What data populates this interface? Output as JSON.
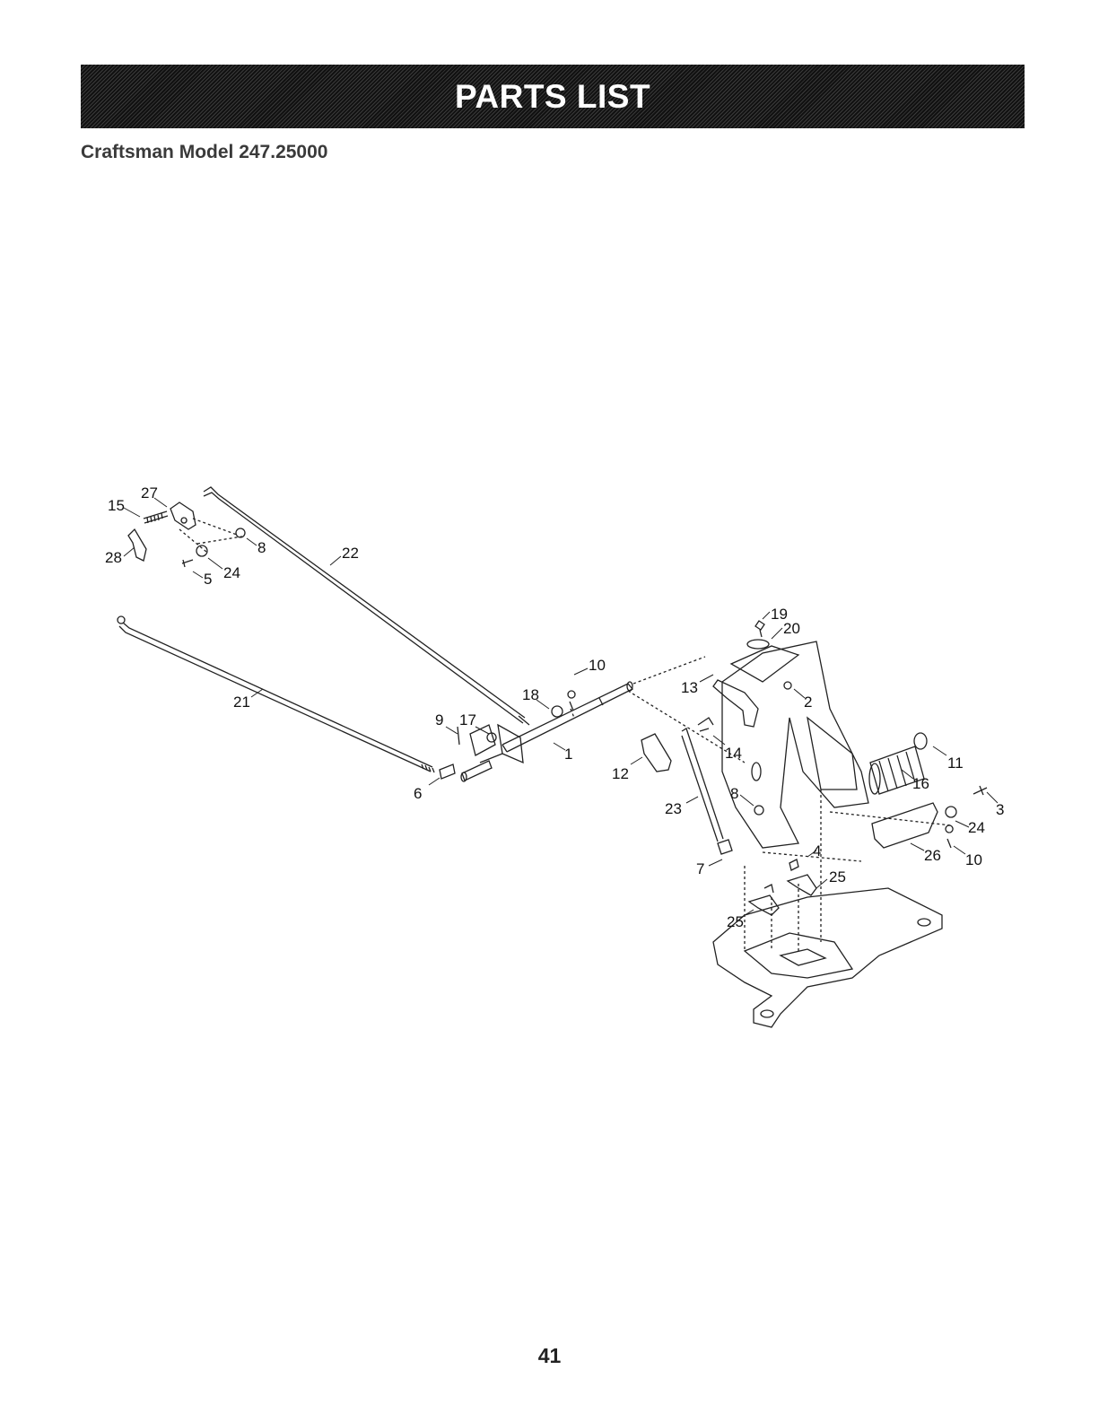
{
  "header": {
    "title": "PARTS LIST"
  },
  "model": {
    "label": "Craftsman Model 247.25000"
  },
  "diagram": {
    "callouts": [
      "27",
      "15",
      "28",
      "8",
      "22",
      "24",
      "5",
      "19",
      "20",
      "10",
      "13",
      "2",
      "18",
      "21",
      "9",
      "17",
      "1",
      "14",
      "11",
      "12",
      "16",
      "8",
      "3",
      "23",
      "24",
      "4",
      "26",
      "10",
      "6",
      "25",
      "7",
      "25"
    ]
  },
  "footer": {
    "page_number": "41"
  }
}
